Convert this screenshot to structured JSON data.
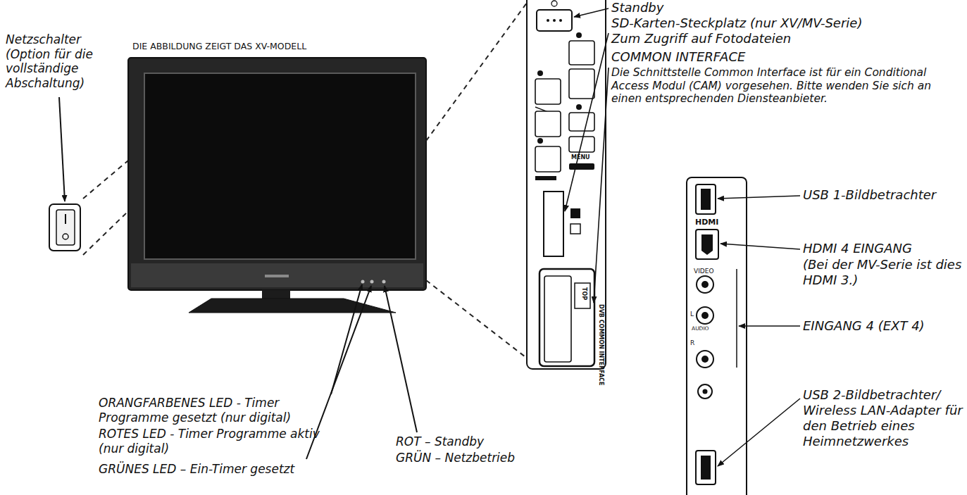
{
  "diagram": {
    "labels": [
      "Netzschalter (Option für die vollständige Abschaltung)",
      "DIE ABBILDUNG ZEIGT DAS XV-MODELL",
      "Standby",
      "SD-Karten-Steckplatz (nur XV/MV-Serie)",
      "Zum Zugriff auf Fotodateien",
      "COMMON INTERFACE",
      "Die Schnittstelle Common Interface ist für ein Conditional Access Modul (CAM) vorgesehen. Bitte wenden Sie sich an einen entsprechenden Diensteanbieter.",
      "USB 1-Bildbetrachter",
      "HDMI 4 EINGANG",
      "(Bei der MV-Serie ist dies HDMI 3.)",
      "EINGANG 4 (EXT 4)",
      "USB 2-Bildbetrachter/ Wireless LAN-Adapter für den Betrieb eines Heimnetzwerkes",
      "ORANGFARBENES LED - Timer Programme gesetzt (nur digital)",
      "ROTES LED - Timer Programme aktiv (nur digital)",
      "GRÜNES LED – Ein-Timer gesetzt",
      "ROT – Standby",
      "GRÜN – Netzbetrieb",
      "MENU",
      "HDMI",
      "VIDEO",
      "L",
      "AUDIO",
      "R",
      "DVB COMMON INTERFACE",
      "TOP"
    ]
  }
}
